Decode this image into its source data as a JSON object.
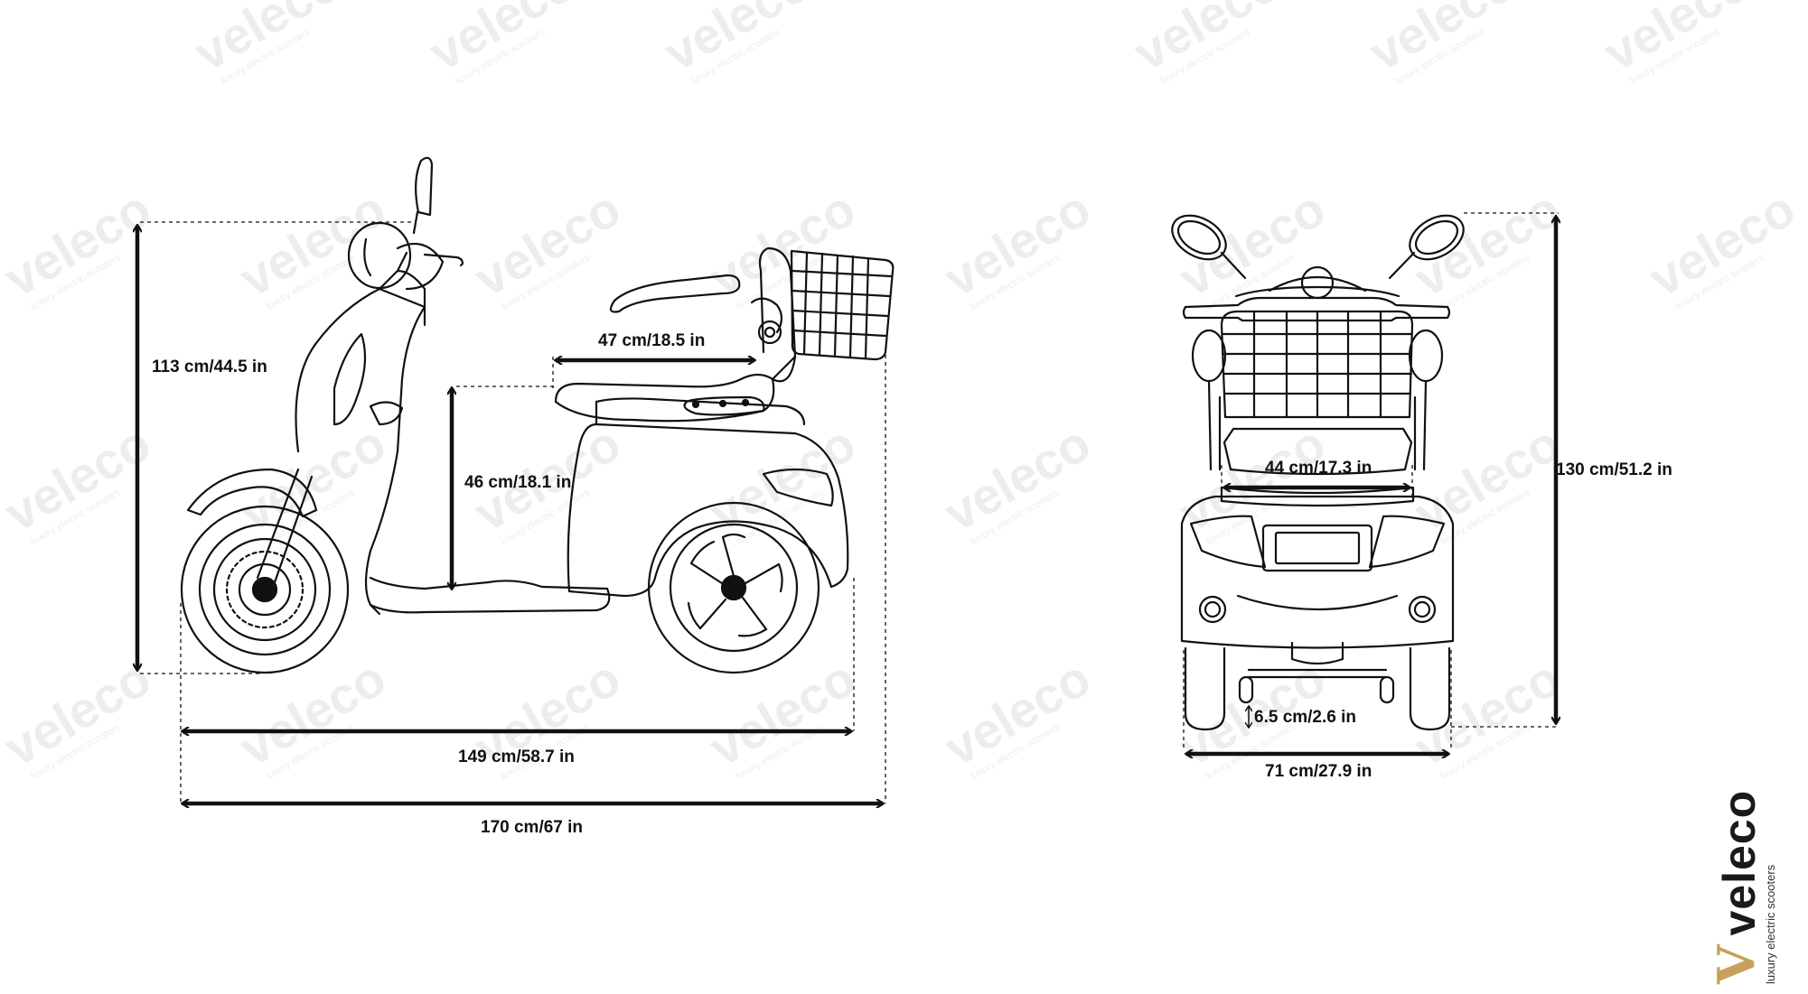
{
  "dimensions": {
    "height_total": "113 cm/44.5 in",
    "seat_length": "47 cm/18.5 in",
    "seat_height": "46 cm/18.1 in",
    "wheelbase": "149 cm/58.7 in",
    "length_total": "170 cm/67 in",
    "seat_width": "44 cm/17.3 in",
    "height_mirrors": "130 cm/51.2 in",
    "ground_clearance": "6.5 cm/2.6 in",
    "width_total": "71 cm/27.9 in"
  },
  "brand": {
    "name": "veleco",
    "tagline": "luxury electric scooters",
    "mark": "V",
    "watermark_tagline": "luxury electric scooters",
    "accent_color": "#c9a05a"
  },
  "colors": {
    "line": "#111111",
    "watermark": "#ececec"
  }
}
